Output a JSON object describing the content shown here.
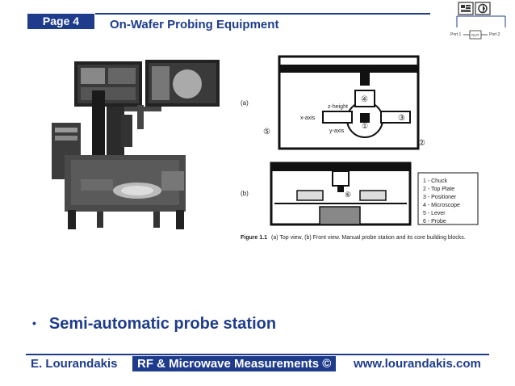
{
  "header": {
    "page_label": "Page 4",
    "title": "On-Wafer Probing Equipment"
  },
  "logo": {
    "port1": "Port 1",
    "port2": "Port 2",
    "out": "OUT"
  },
  "figure": {
    "panel_a": "(a)",
    "panel_b": "(b)",
    "z_height": "z-height",
    "x_axis": "x-axis",
    "y_axis": "y-axis",
    "n1": "①",
    "n2": "②",
    "n3": "③",
    "n4": "④",
    "n5": "⑤",
    "n6": "⑥",
    "legend": [
      "1 - Chuck",
      "2 - Top Plate",
      "3 - Positioner",
      "4 - Microscope",
      "5 - Lever",
      "6 - Probe"
    ],
    "caption_label": "Figure 1.1",
    "caption_text": "(a) Top view, (b) Front view. Manual probe station and its core building blocks."
  },
  "main": {
    "bullet_symbol": "•",
    "bullet_text": "Semi-automatic probe station"
  },
  "footer": {
    "author": "E. Lourandakis",
    "course": "RF & Microwave Measurements ©",
    "url": "www.lourandakis.com"
  }
}
